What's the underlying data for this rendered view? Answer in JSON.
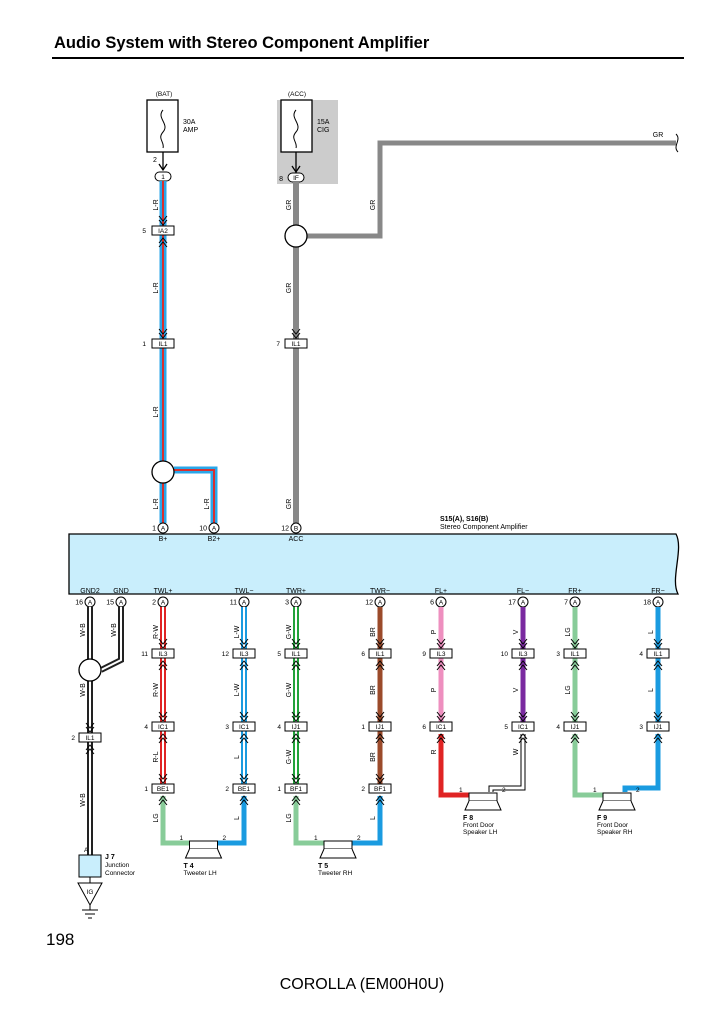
{
  "page": {
    "title": "Audio System with Stereo Component Amplifier",
    "page_number": "198",
    "footer": "COROLLA (EM00H0U)"
  },
  "colors": {
    "L-R_outer": "#2aa6e8",
    "R": "#e02424",
    "L": "#1a9be0",
    "G": "#22a33a",
    "BR": "#9b4a2a",
    "P": "#ee8fbf",
    "V": "#7a2aa0",
    "LG": "#88cc99",
    "W": "#ffffff",
    "GR": "#888888",
    "W-B": "#222222",
    "amp_fill": "#c9eefc",
    "fuse_shade": "#cccccc"
  },
  "fuses": [
    {
      "source": "(BAT)",
      "name_line1": "30A",
      "name_line2": "AMP",
      "pin": "2",
      "conn": "1"
    },
    {
      "source": "(ACC)",
      "name_line1": "15A",
      "name_line2": "CIG",
      "pin": "8",
      "conn": "IF"
    }
  ],
  "upper": {
    "bat_wire_labels": [
      "L-R",
      "L-R",
      "L-R",
      "L-R",
      "L-R"
    ],
    "bat_connectors": [
      {
        "pin": "5",
        "name": "IA2"
      },
      {
        "pin": "1",
        "name": "IL1"
      }
    ],
    "acc_wire_labels": [
      "GR",
      "GR",
      "GR",
      "GR"
    ],
    "acc_connector": {
      "pin": "7",
      "name": "IL1"
    },
    "gr_continuation": "GR"
  },
  "amplifier": {
    "ids": "S15(A), S16(B)",
    "name": "Stereo Component Amplifier",
    "top_pins": [
      {
        "pin": "1",
        "letter": "A",
        "label": "B+"
      },
      {
        "pin": "10",
        "letter": "A",
        "label": "B2+"
      },
      {
        "pin": "12",
        "letter": "B",
        "label": "ACC"
      }
    ],
    "bottom_pins": [
      {
        "label": "GND2",
        "pin": "16",
        "letter": "A"
      },
      {
        "label": "GND",
        "pin": "15",
        "letter": "A"
      },
      {
        "label": "TWL+",
        "pin": "2",
        "letter": "A"
      },
      {
        "label": "TWL−",
        "pin": "11",
        "letter": "A"
      },
      {
        "label": "TWR+",
        "pin": "3",
        "letter": "A"
      },
      {
        "label": "TWR−",
        "pin": "12",
        "letter": "A"
      },
      {
        "label": "FL+",
        "pin": "6",
        "letter": "A"
      },
      {
        "label": "FL−",
        "pin": "17",
        "letter": "A"
      },
      {
        "label": "FR+",
        "pin": "7",
        "letter": "A"
      },
      {
        "label": "FR−",
        "pin": "18",
        "letter": "A"
      }
    ]
  },
  "lower": {
    "ground": {
      "labels": [
        "W-B",
        "W-B",
        "W-B",
        "W-B"
      ],
      "connector": {
        "pin": "2",
        "name": "IL1"
      },
      "junction": {
        "pin": "A",
        "id": "J 7",
        "line1": "Junction",
        "line2": "Connector",
        "inner": "IG"
      }
    },
    "channels": [
      {
        "w1": "R-W",
        "w2": "R-W",
        "w3": "R-L",
        "w4": "LG",
        "c1": {
          "pin": "11",
          "name": "IL3"
        },
        "c2": {
          "pin": "4",
          "name": "IC1"
        },
        "c3": {
          "pin": "1",
          "name": "BE1"
        }
      },
      {
        "w1": "L-W",
        "w2": "L-W",
        "w3": "L",
        "w4": "L",
        "c1": {
          "pin": "12",
          "name": "IL3"
        },
        "c2": {
          "pin": "3",
          "name": "IC1"
        },
        "c3": {
          "pin": "2",
          "name": "BE1"
        }
      },
      {
        "w1": "G-W",
        "w2": "G-W",
        "w3": "G-W",
        "w4": "LG",
        "c1": {
          "pin": "5",
          "name": "IL1"
        },
        "c2": {
          "pin": "4",
          "name": "IJ1"
        },
        "c3": {
          "pin": "1",
          "name": "BF1"
        }
      },
      {
        "w1": "BR",
        "w2": "BR",
        "w3": "BR",
        "w4": "L",
        "c1": {
          "pin": "6",
          "name": "IL1"
        },
        "c2": {
          "pin": "1",
          "name": "IJ1"
        },
        "c3": {
          "pin": "2",
          "name": "BF1"
        }
      },
      {
        "w1": "P",
        "w2": "P",
        "w3": "R",
        "c1": {
          "pin": "9",
          "name": "IL3"
        },
        "c2": {
          "pin": "6",
          "name": "IC1"
        }
      },
      {
        "w1": "V",
        "w2": "V",
        "w3": "W",
        "c1": {
          "pin": "10",
          "name": "IL3"
        },
        "c2": {
          "pin": "5",
          "name": "IC1"
        }
      },
      {
        "w1": "LG",
        "w2": "LG",
        "c1": {
          "pin": "3",
          "name": "IL1"
        },
        "c2": {
          "pin": "4",
          "name": "IJ1"
        }
      },
      {
        "w1": "L",
        "w2": "L",
        "c1": {
          "pin": "4",
          "name": "IL1"
        },
        "c2": {
          "pin": "3",
          "name": "IJ1"
        }
      }
    ],
    "speakers": [
      {
        "id": "T 4",
        "line1": "Tweeter LH",
        "line2": "",
        "pin_a": "1",
        "pin_b": "2"
      },
      {
        "id": "T 5",
        "line1": "Tweeter RH",
        "line2": "",
        "pin_a": "1",
        "pin_b": "2"
      },
      {
        "id": "F 8",
        "line1": "Front Door",
        "line2": "Speaker LH",
        "pin_a": "1",
        "pin_b": "2"
      },
      {
        "id": "F 9",
        "line1": "Front Door",
        "line2": "Speaker RH",
        "pin_a": "1",
        "pin_b": "2"
      }
    ]
  }
}
